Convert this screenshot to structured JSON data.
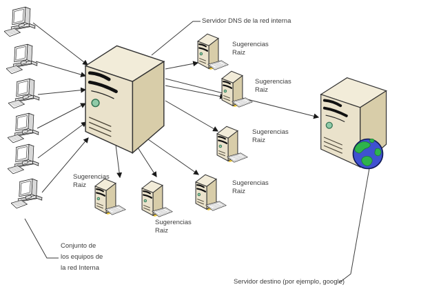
{
  "diagram": {
    "labels": {
      "dns_server": "Servidor DNS de la red interna",
      "root_hint_line1": "Sugerencias",
      "root_hint_line2": "Raiz",
      "clients_caption_lines": [
        "Conjunto de",
        "los equipos de",
        "la red Interna"
      ],
      "destination_server": "Servidor destino (por ejemplo, google)"
    },
    "nodes": {
      "client_count": 6,
      "root_hint_count": 6
    },
    "colors": {
      "background": "#ffffff",
      "line": "#3a3a3a",
      "text": "#3b3b3b",
      "server_front": "#eae2cb",
      "server_side": "#d8cda9",
      "server_top": "#f2ecd9",
      "power_led": "#8fcaa8",
      "keyboard_glow": "#edc83b",
      "globe_ocean": "#3f51d1",
      "globe_land": "#2eb34d",
      "pc_body": "#f0f0f0"
    }
  }
}
